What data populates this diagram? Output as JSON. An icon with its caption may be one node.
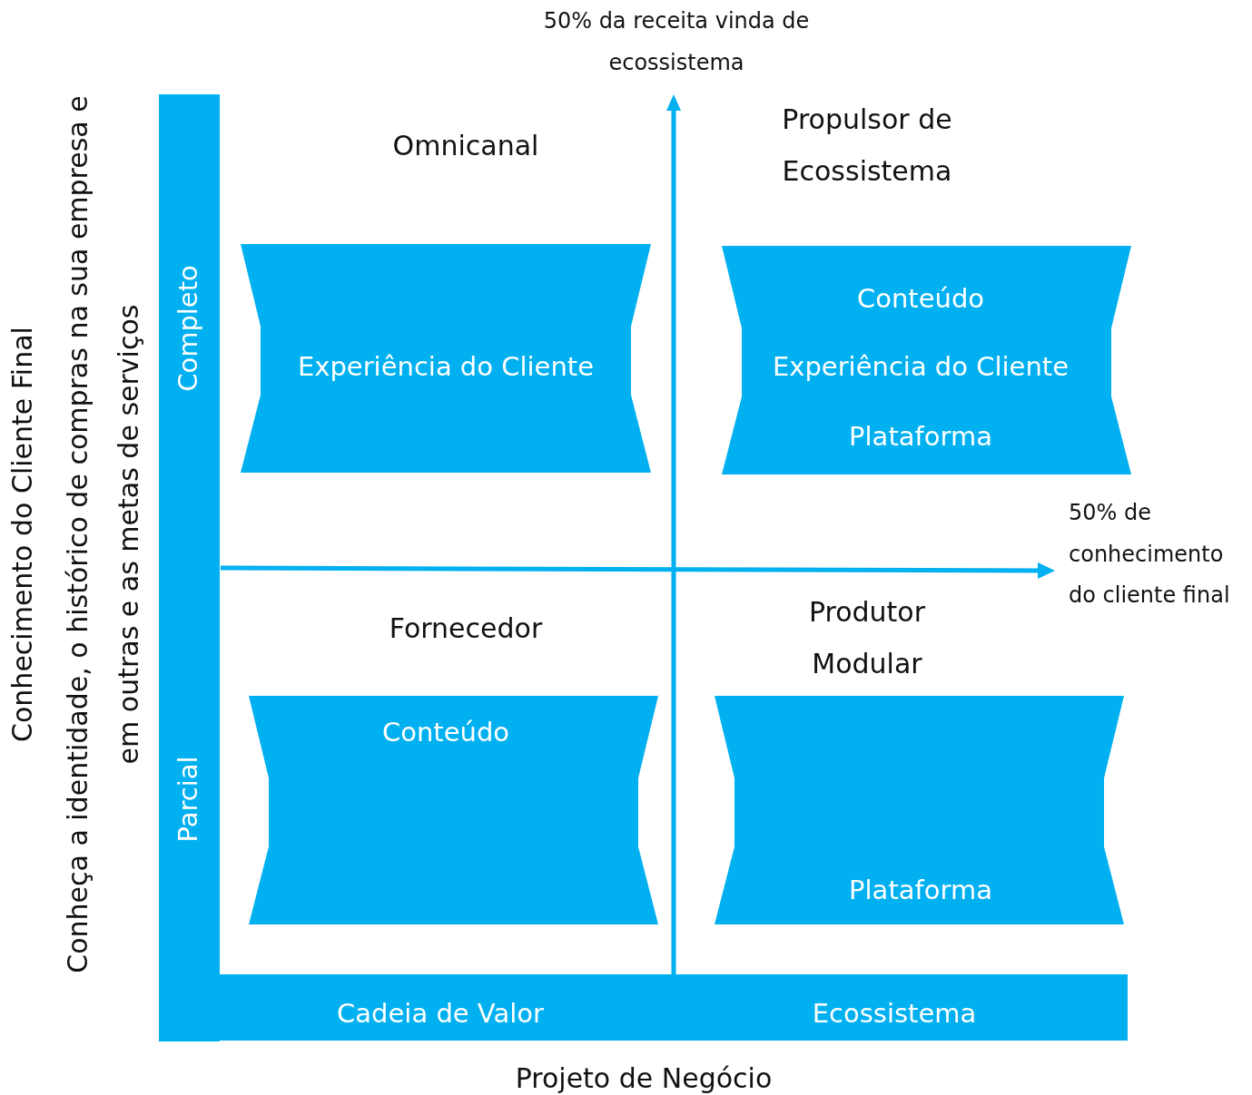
{
  "diagram": {
    "nodes": [
      {
        "text": [
          "Completo",
          "Parcial"
        ]
      },
      {
        "text": [
          "Cadeia de Valor",
          "Ecossistema"
        ]
      },
      {
        "text": [
          "Experiência do Cliente"
        ]
      },
      {
        "text": [
          "Conteúdo",
          "Experiência do Cliente",
          "Plataforma"
        ]
      },
      {
        "text": [
          "Conteúdo"
        ]
      },
      {
        "text": [
          "Plataforma"
        ]
      }
    ],
    "edges": [],
    "labels": [
      "50% da receita vinda de ecossistema",
      "Omnicanal",
      "Propulsor de Ecossistema",
      "50% de conhecimento do cliente final",
      "Fornecedor",
      "Produtor Modular",
      "Projeto de Negócio",
      "Conhecimento do Cliente Final",
      "Conheça a identidade, o histórico de compras na sua empresa e em outras e as metas de serviços"
    ]
  }
}
